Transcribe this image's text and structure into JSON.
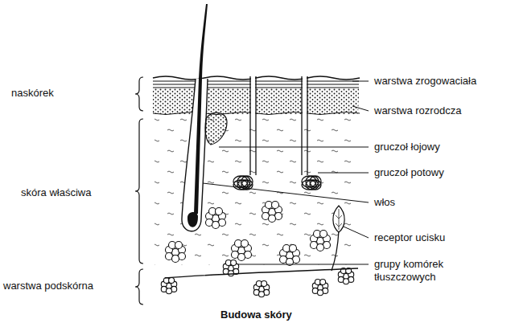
{
  "diagram": {
    "caption": "Budowa skóry",
    "labels": [
      "naskórek",
      "skóra właściwa",
      "warstwa podskórna",
      "warstwa zrogowaciała",
      "warstwa rozrodcza",
      "gruczoł łojowy",
      "gruczoł potowy",
      "włos",
      "receptor ucisku",
      "grupy komórek tłuszczowych"
    ]
  }
}
